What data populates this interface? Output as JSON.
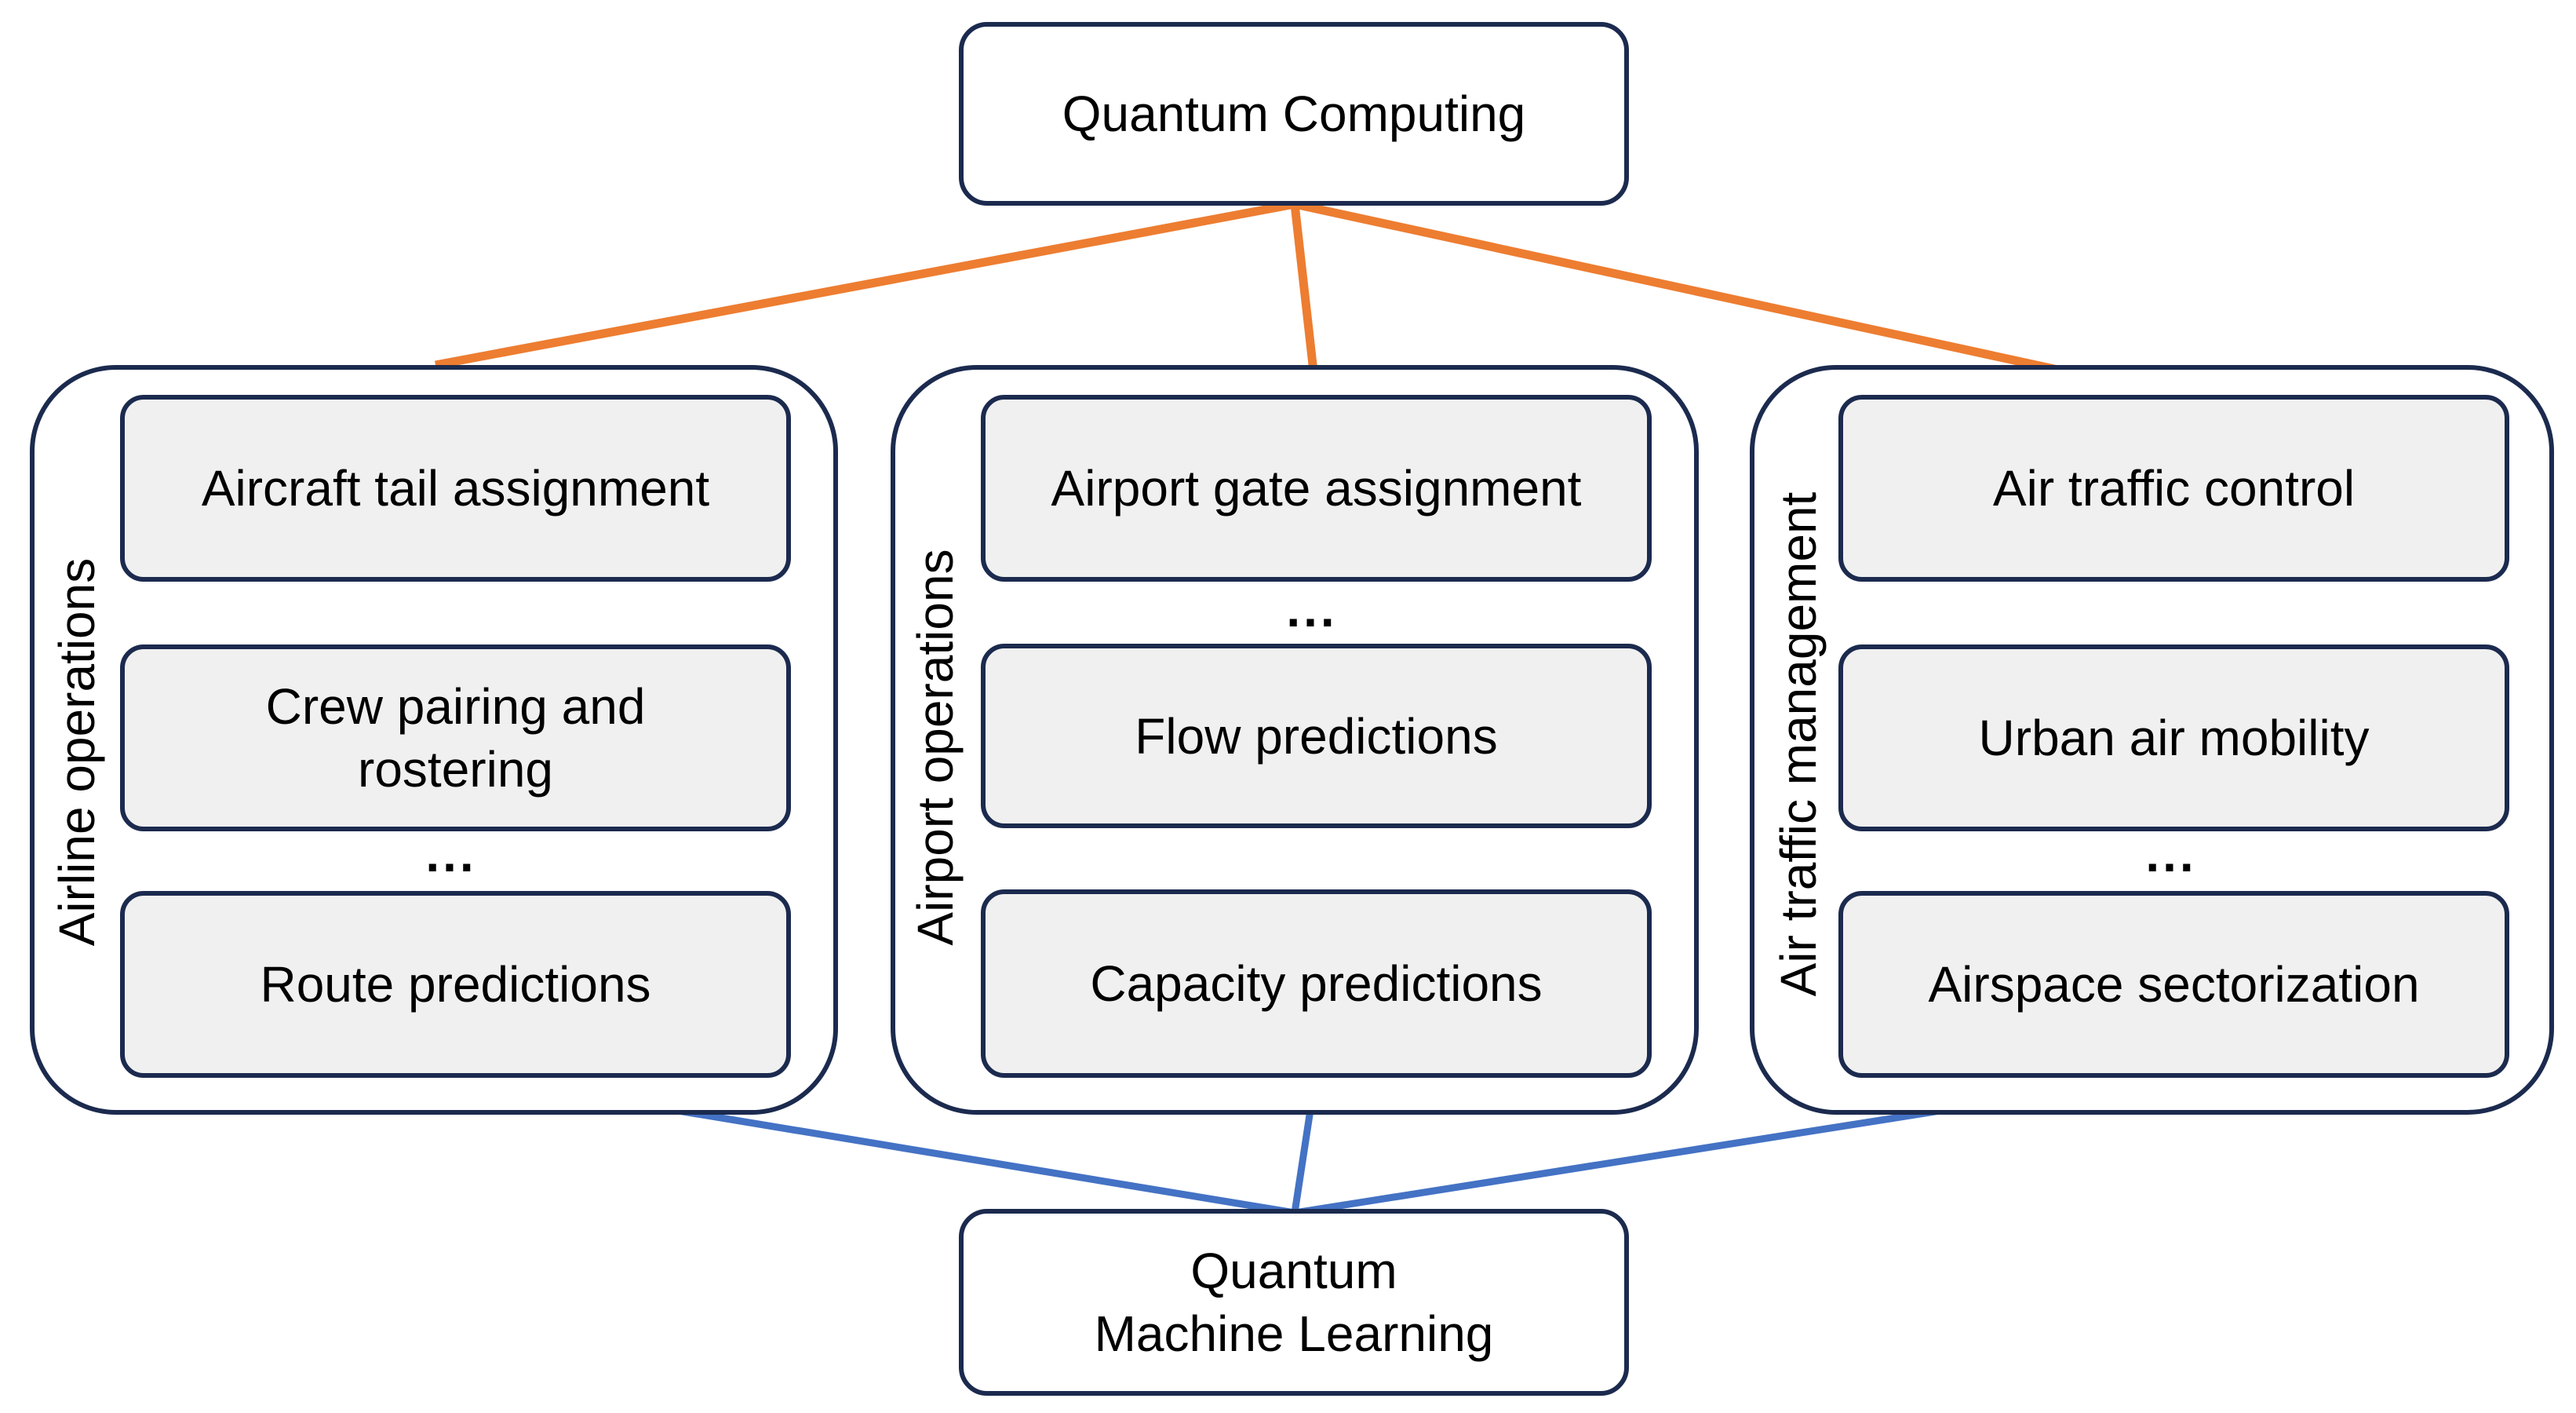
{
  "top_node": {
    "label": "Quantum Computing"
  },
  "bottom_node": {
    "label_line1": "Quantum",
    "label_line2": "Machine Learning"
  },
  "colors": {
    "quantum_computing_link": "#ed7d31",
    "machine_learning_link": "#4472c4",
    "border": "#1b2a4e",
    "item_fill": "#f0f0f0"
  },
  "groups": [
    {
      "label": "Airline operations",
      "items": [
        "Aircraft tail assignment",
        "Crew pairing and\nrostering",
        "Route predictions"
      ],
      "ellipsis": "..."
    },
    {
      "label": "Airport operations",
      "items": [
        "Airport gate assignment",
        "Flow predictions",
        "Capacity predictions"
      ],
      "ellipsis": "..."
    },
    {
      "label": "Air traffic management",
      "items": [
        "Air traffic control",
        "Urban air mobility",
        "Airspace sectorization"
      ],
      "ellipsis": "..."
    }
  ]
}
